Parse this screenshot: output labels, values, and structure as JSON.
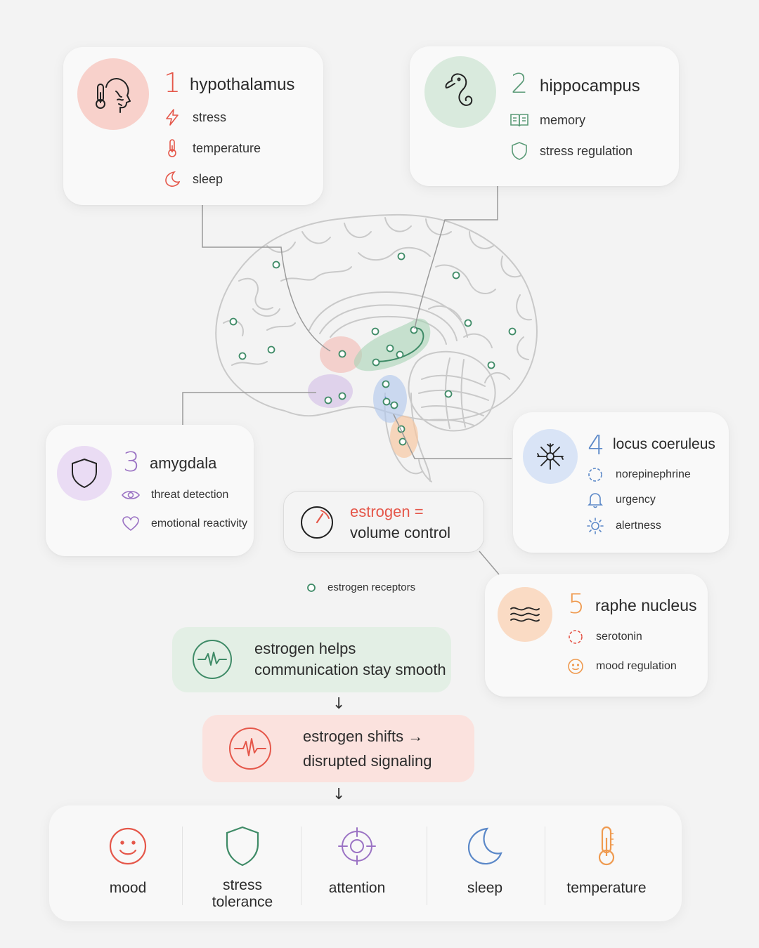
{
  "regions": [
    {
      "number": "1",
      "name": "hypothalamus",
      "color": "#e5574a",
      "items": [
        {
          "icon": "lightning-icon",
          "label": "stress"
        },
        {
          "icon": "thermometer-icon",
          "label": "temperature"
        },
        {
          "icon": "moon-icon",
          "label": "sleep"
        }
      ]
    },
    {
      "number": "2",
      "name": "hippocampus",
      "color": "#5a9a77",
      "items": [
        {
          "icon": "book-icon",
          "label": "memory"
        },
        {
          "icon": "shield-icon",
          "label": "stress regulation"
        }
      ]
    },
    {
      "number": "3",
      "name": "amygdala",
      "color": "#9b73c4",
      "items": [
        {
          "icon": "eye-icon",
          "label": "threat detection"
        },
        {
          "icon": "heart-icon",
          "label": "emotional reactivity"
        }
      ]
    },
    {
      "number": "4",
      "name": "locus coeruleus",
      "color": "#5b88c8",
      "items": [
        {
          "icon": "dashed-circle-icon",
          "label": "norepinephrine"
        },
        {
          "icon": "bell-icon",
          "label": "urgency"
        },
        {
          "icon": "sun-icon",
          "label": "alertness"
        }
      ]
    },
    {
      "number": "5",
      "name": "raphe nucleus",
      "color": "#ef9a4f",
      "items": [
        {
          "icon": "dashed-circle-icon",
          "label": "serotonin"
        },
        {
          "icon": "smile-icon",
          "label": "mood regulation"
        }
      ]
    }
  ],
  "volume": {
    "line1": "estrogen =",
    "line2": "volume control",
    "accent": "#e5574a"
  },
  "legend": {
    "label": "estrogen receptors",
    "color": "#3f8b67"
  },
  "flow": [
    {
      "line1": "estrogen helps",
      "line2": "communication stay smooth",
      "color": "#3f8b67"
    },
    {
      "line1": "estrogen shifts →",
      "line2": "disrupted signaling",
      "color": "#e5574a"
    }
  ],
  "arrows": [
    "↓",
    "↓"
  ],
  "outcomes": [
    {
      "icon": "smile-icon",
      "label": "mood",
      "color": "#e5574a"
    },
    {
      "icon": "shield-icon",
      "label": "stress\ntolerance",
      "color": "#3f8b67"
    },
    {
      "icon": "target-icon",
      "label": "attention",
      "color": "#9b73c4"
    },
    {
      "icon": "moon-icon",
      "label": "sleep",
      "color": "#5b88c8"
    },
    {
      "icon": "thermometer-icon",
      "label": "temperature",
      "color": "#ef9a4f"
    }
  ]
}
